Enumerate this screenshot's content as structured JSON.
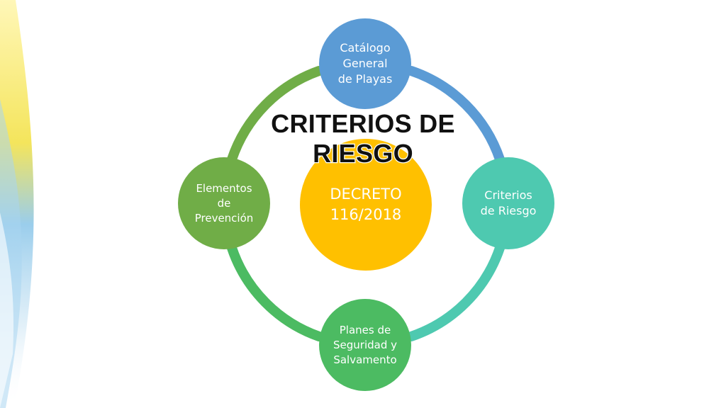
{
  "slide": {
    "title": "CRITERIOS DE RIESGO",
    "center": {
      "label": "DECRETO\n116/2018",
      "color": "#FFC000"
    },
    "nodes": {
      "top": {
        "label": "Catálogo\nGeneral\nde Playas",
        "color": "#5B9BD5"
      },
      "right": {
        "label": "Criterios\nde Riesgo",
        "color": "#4EC9B0"
      },
      "bottom": {
        "label": "Planes de\nSeguridad y\nSalvamento",
        "color": "#4CBB62"
      },
      "left": {
        "label": "Elementos\nde\nPrevención",
        "color": "#70AD47"
      }
    },
    "ring_colors": {
      "top_right": "#5B9BD5",
      "right_bottom": "#4EC9B0",
      "bottom_left": "#4CBB62",
      "left_top": "#70AD47"
    }
  }
}
